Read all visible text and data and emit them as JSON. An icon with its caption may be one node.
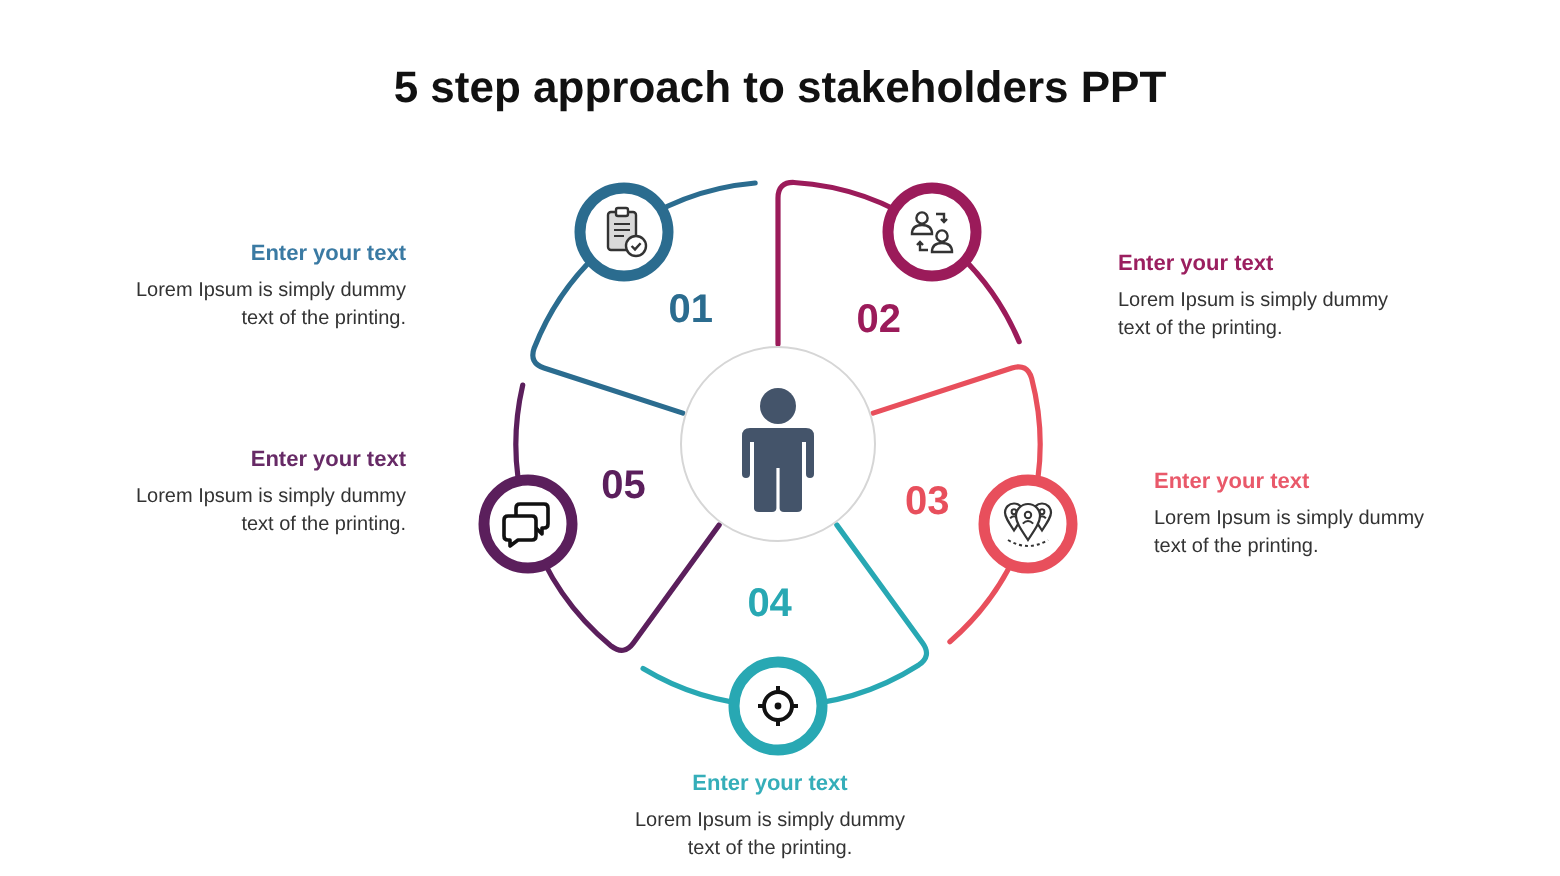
{
  "diagram": {
    "title": "5 step approach to stakeholders PPT",
    "nodes": [
      {
        "text": [
          "01"
        ],
        "beside": [
          "Enter your text",
          "Lorem Ipsum is simply dummy text of the printing."
        ]
      },
      {
        "text": [
          "02"
        ],
        "beside": [
          "Enter your text",
          "Lorem Ipsum is simply dummy text of the printing."
        ]
      },
      {
        "text": [
          "03"
        ],
        "beside": [
          "Enter your text",
          "Lorem Ipsum is simply dummy text of the printing."
        ]
      },
      {
        "text": [
          "04"
        ],
        "beside": [
          "Enter your text",
          "Lorem Ipsum is simply dummy text of the printing."
        ]
      },
      {
        "text": [
          "05"
        ],
        "beside": [
          "Enter your text",
          "Lorem Ipsum is simply dummy text of the printing."
        ]
      },
      {
        "text": [],
        "shape": "circle"
      }
    ]
  }
}
